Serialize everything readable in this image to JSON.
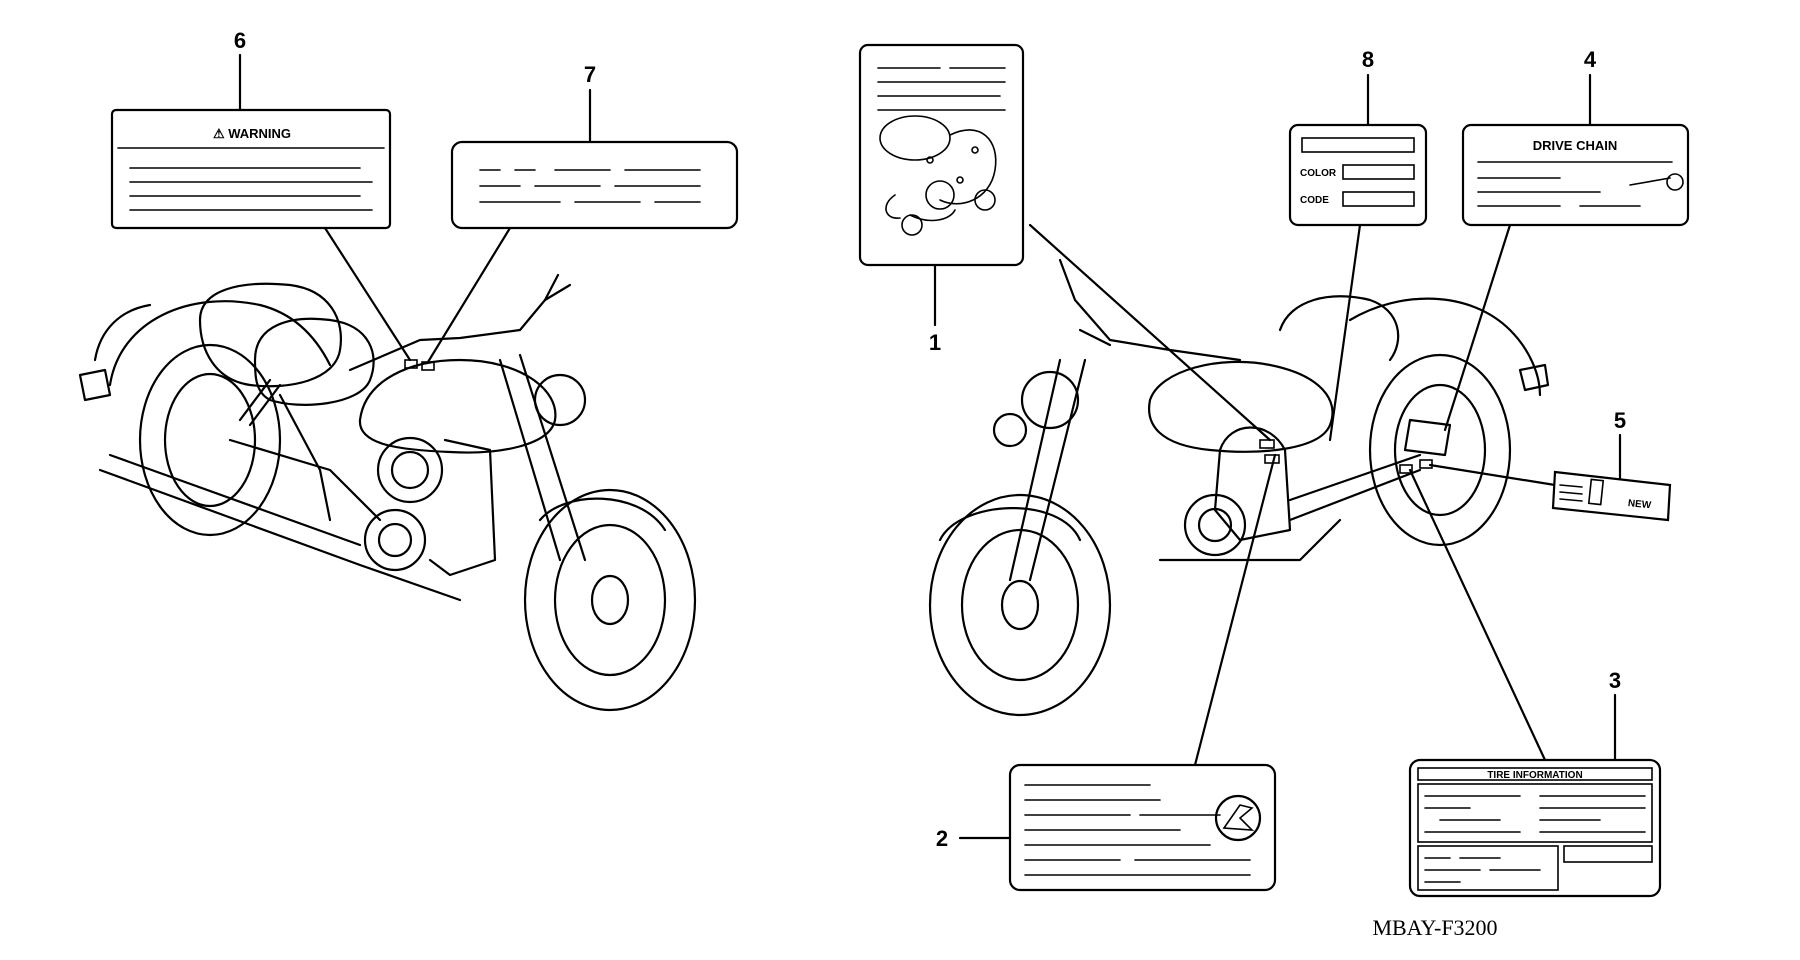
{
  "diagram": {
    "code": "MBAY-F3200",
    "callouts": [
      "1",
      "2",
      "3",
      "4",
      "5",
      "6",
      "7",
      "8"
    ],
    "labels": {
      "warning": "⚠ WARNING",
      "drive_chain": "DRIVE CHAIN",
      "color": "COLOR",
      "code_field": "CODE",
      "tire_information": "TIRE INFORMATION",
      "new": "NEW"
    }
  }
}
